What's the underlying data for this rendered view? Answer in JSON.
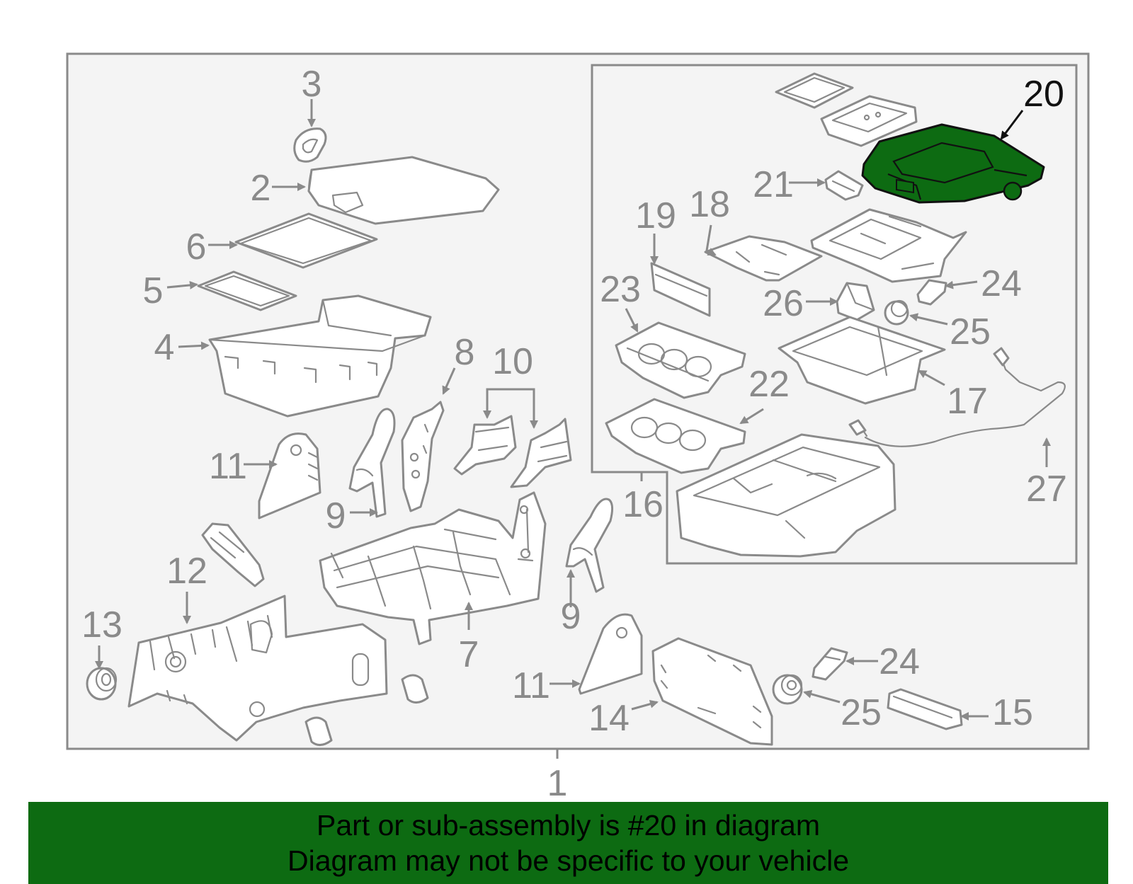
{
  "highlight": {
    "part": "20",
    "fill_color": "#0d6b12",
    "outline_color": "#111111"
  },
  "diagram": {
    "line_color": "#8a8a8a",
    "background": "#f4f4f4",
    "callouts": {
      "c1": "1",
      "c2": "2",
      "c3": "3",
      "c4": "4",
      "c5": "5",
      "c6": "6",
      "c7": "7",
      "c8": "8",
      "c9a": "9",
      "c9b": "9",
      "c10": "10",
      "c11a": "11",
      "c11b": "11",
      "c12": "12",
      "c13": "13",
      "c14": "14",
      "c15": "15",
      "c16": "16",
      "c17": "17",
      "c18": "18",
      "c19": "19",
      "c20": "20",
      "c21": "21",
      "c22": "22",
      "c23": "23",
      "c24a": "24",
      "c24b": "24",
      "c25a": "25",
      "c25b": "25",
      "c26": "26",
      "c27": "27"
    }
  },
  "footer": {
    "background": "#0d6b12",
    "line1": "Part or sub-assembly is #20 in diagram",
    "line2": "Diagram may not be specific to your vehicle"
  }
}
